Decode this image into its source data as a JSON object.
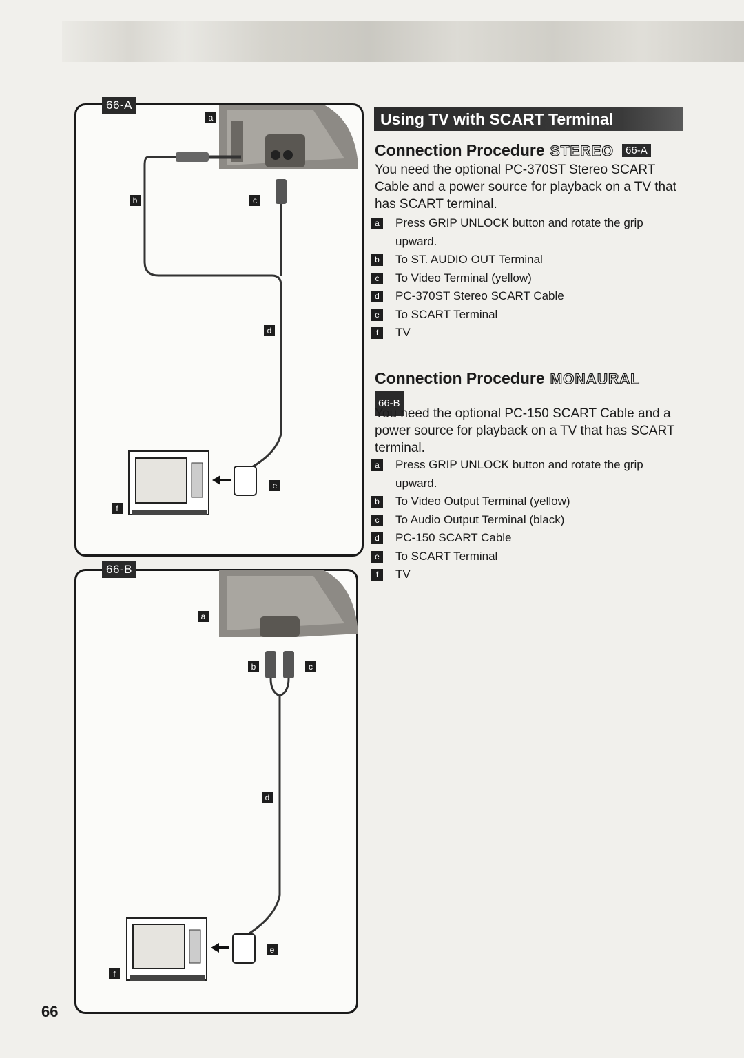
{
  "figure_a": {
    "tag": "66-A",
    "labels": {
      "a": "a",
      "b": "b",
      "c": "c",
      "d": "d",
      "e": "e",
      "f": "f"
    }
  },
  "figure_b": {
    "tag": "66-B",
    "labels": {
      "a": "a",
      "b": "b",
      "c": "c",
      "d": "d",
      "e": "e",
      "f": "f"
    }
  },
  "banner": "Using TV with SCART Terminal",
  "stereo": {
    "heading": "Connection Procedure",
    "mode": "STEREO",
    "fig_ref": "66-A",
    "intro": "You need the optional PC-370ST Stereo SCART Cable and a power source for playback on a TV that has SCART terminal.",
    "items": [
      {
        "mark": "a",
        "text": "Press GRIP UNLOCK button and rotate the grip upward."
      },
      {
        "mark": "b",
        "text": "To ST. AUDIO OUT Terminal"
      },
      {
        "mark": "c",
        "text": "To Video Terminal (yellow)"
      },
      {
        "mark": "d",
        "text": "PC-370ST Stereo SCART Cable"
      },
      {
        "mark": "e",
        "text": "To SCART Terminal"
      },
      {
        "mark": "f",
        "text": "TV"
      }
    ]
  },
  "monaural": {
    "heading": "Connection Procedure",
    "mode": "MONAURAL",
    "fig_ref": "66-B",
    "intro": "You need the optional PC-150 SCART Cable and a power source for playback on a TV that has SCART terminal.",
    "items": [
      {
        "mark": "a",
        "text": "Press GRIP UNLOCK button and rotate the grip upward."
      },
      {
        "mark": "b",
        "text": "To Video Output Terminal (yellow)"
      },
      {
        "mark": "c",
        "text": "To Audio Output Terminal (black)"
      },
      {
        "mark": "d",
        "text": "PC-150 SCART Cable"
      },
      {
        "mark": "e",
        "text": "To SCART Terminal"
      },
      {
        "mark": "f",
        "text": "TV"
      }
    ]
  },
  "page_number": "66"
}
